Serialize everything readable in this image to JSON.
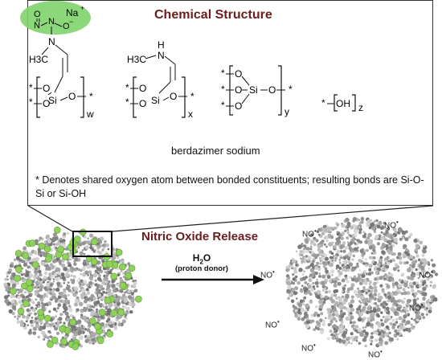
{
  "structure_title": "Chemical Structure",
  "release_title": "Nitric Oxide Release",
  "compound_name": "berdazimer sodium",
  "footnote": "* Denotes shared oxygen atom between bonded constituents; resulting bonds are Si-O-Si or Si-OH",
  "reaction": {
    "reagent": "H",
    "reagent_sub": "2",
    "reagent_tail": "O",
    "reagent_note": "(proton donor)"
  },
  "units": {
    "w": {
      "subscript": "w",
      "amine_methyl": "H3C",
      "nitrogen": "N",
      "nonoate": [
        "O",
        "N",
        "N",
        "O"
      ],
      "counterion": "Na",
      "counterion_charge": "+",
      "anion_charge": "−"
    },
    "x": {
      "subscript": "x",
      "amine_methyl": "H3C",
      "nitrogen": "N",
      "hydrogen": "H"
    },
    "y": {
      "subscript": "y"
    },
    "z": {
      "subscript": "z",
      "group": "OH"
    }
  },
  "si_label": "Si",
  "oxygen_label": "O",
  "shared_mark": "*",
  "no_labels": [
    "NO",
    "NO",
    "NO",
    "NO",
    "NO",
    "NO",
    "NO",
    "NO"
  ],
  "colors": {
    "title": "#6b1d1d",
    "sodium_halo": "#7fd36b",
    "sphere": "#8fd15a"
  }
}
